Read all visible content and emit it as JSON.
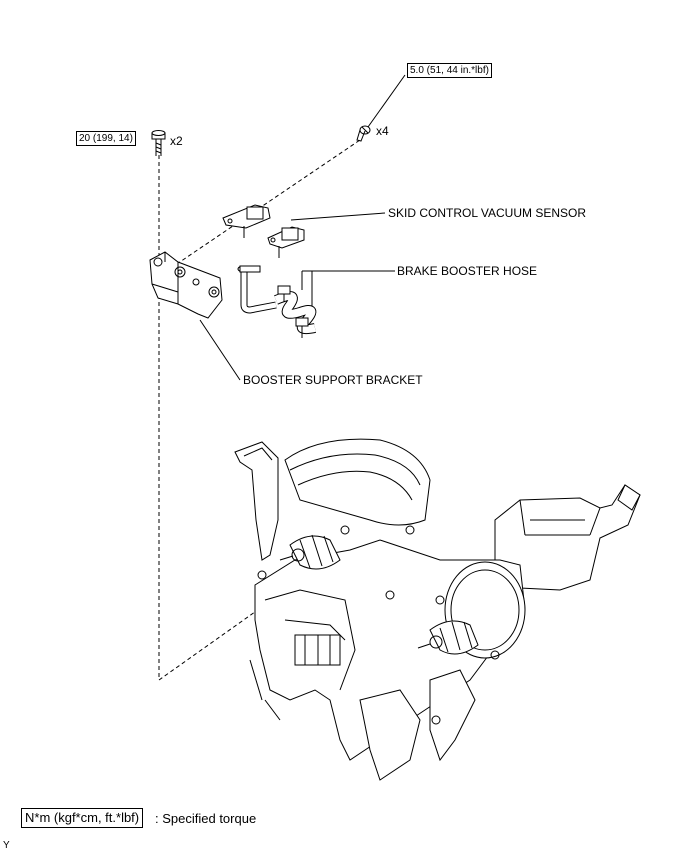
{
  "torque": {
    "booster_bolt": "20 (199, 14)",
    "sensor_bolt": "5.0 (51, 44 in.*lbf)"
  },
  "quantities": {
    "booster_bolt_qty": "x2",
    "sensor_bolt_qty": "x4"
  },
  "parts": {
    "sensor": "SKID CONTROL VACUUM SENSOR",
    "hose": "BRAKE BOOSTER HOSE",
    "bracket": "BOOSTER SUPPORT BRACKET"
  },
  "legend": {
    "unit_box": "N*m (kgf*cm, ft.*lbf)",
    "description": ": Specified torque"
  },
  "corner_mark": "Y"
}
